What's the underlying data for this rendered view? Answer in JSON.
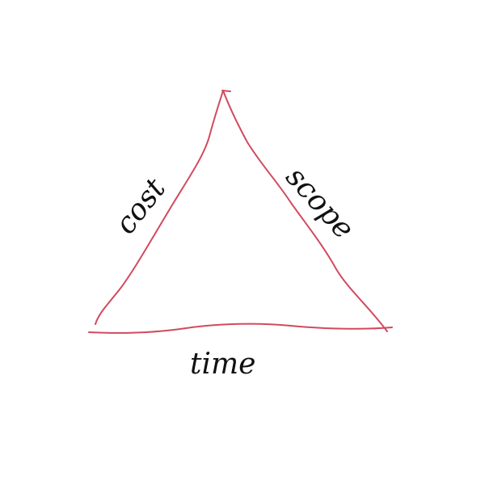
{
  "diagram": {
    "type": "triangle",
    "labels": {
      "left": "cost",
      "right": "scope",
      "bottom": "time"
    },
    "colors": {
      "edge": "#d14a5e",
      "text": "#111111"
    }
  }
}
